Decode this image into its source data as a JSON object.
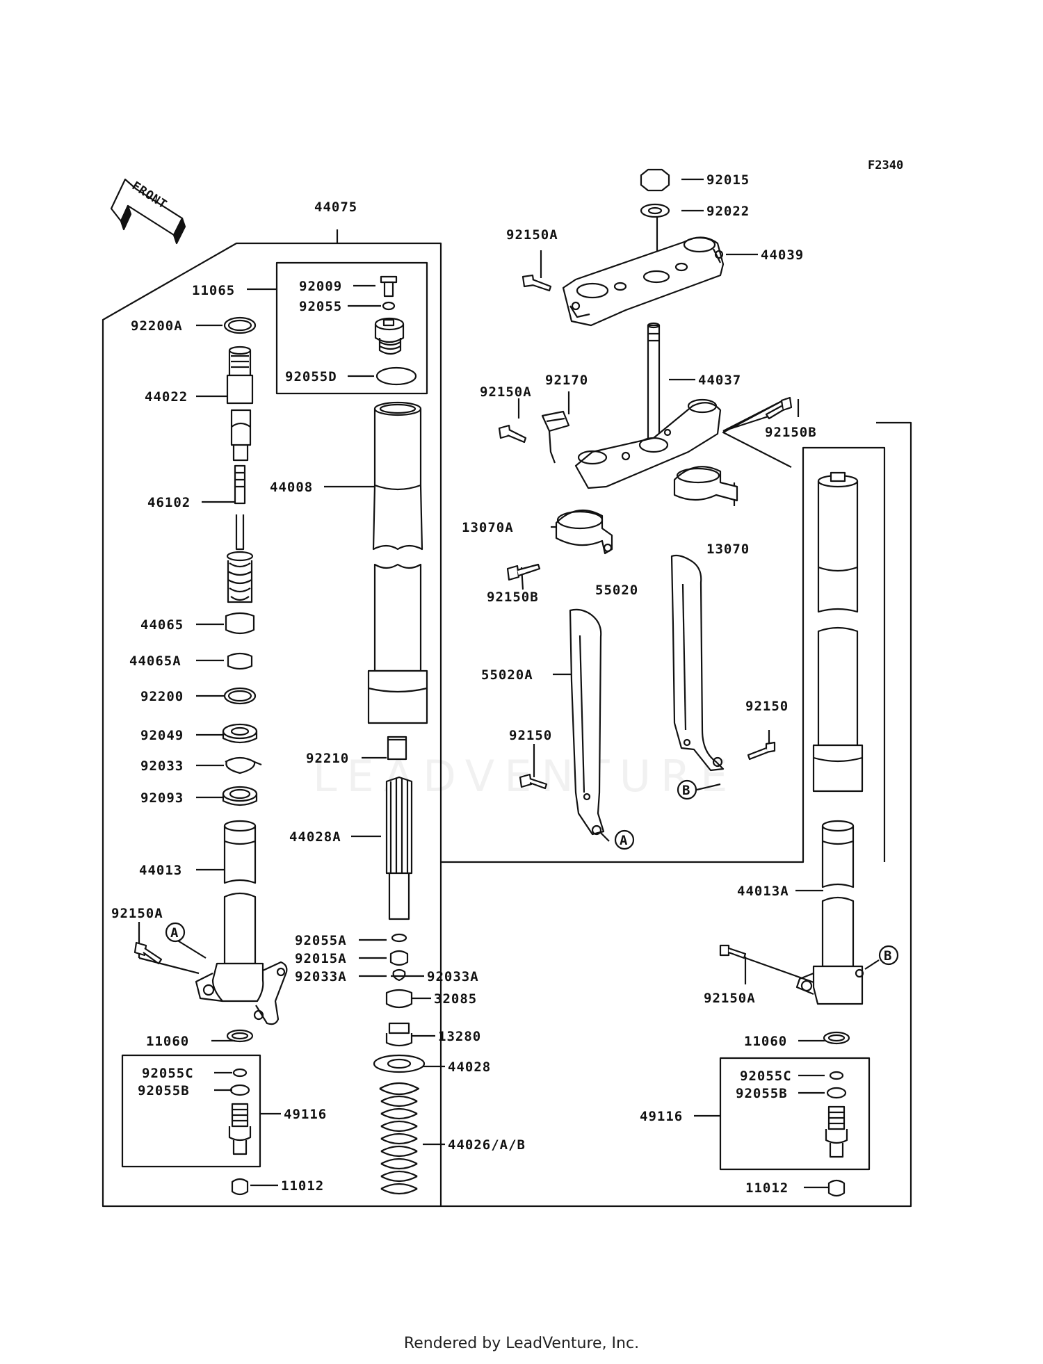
{
  "diagram_code": "F2340",
  "front_label": "FRONT",
  "watermark": "LEADVENTURE",
  "footer": "Rendered by LeadVenture, Inc.",
  "callouts": {
    "A": "A",
    "B": "B"
  },
  "parts": [
    {
      "id": "p44075",
      "label": "44075"
    },
    {
      "id": "p11065",
      "label": "11065"
    },
    {
      "id": "p92009",
      "label": "92009"
    },
    {
      "id": "p92055",
      "label": "92055"
    },
    {
      "id": "p92055D",
      "label": "92055D"
    },
    {
      "id": "p92200A",
      "label": "92200A"
    },
    {
      "id": "p44022",
      "label": "44022"
    },
    {
      "id": "p46102",
      "label": "46102"
    },
    {
      "id": "p44008",
      "label": "44008"
    },
    {
      "id": "p44065",
      "label": "44065"
    },
    {
      "id": "p44065A",
      "label": "44065A"
    },
    {
      "id": "p92200",
      "label": "92200"
    },
    {
      "id": "p92049",
      "label": "92049"
    },
    {
      "id": "p92033",
      "label": "92033"
    },
    {
      "id": "p92093",
      "label": "92093"
    },
    {
      "id": "p92210",
      "label": "92210"
    },
    {
      "id": "p44028A",
      "label": "44028A"
    },
    {
      "id": "p44013",
      "label": "44013"
    },
    {
      "id": "p92150A_l",
      "label": "92150A"
    },
    {
      "id": "p92055A",
      "label": "92055A"
    },
    {
      "id": "p92015A",
      "label": "92015A"
    },
    {
      "id": "p92033A_l",
      "label": "92033A"
    },
    {
      "id": "p92033A_r",
      "label": "92033A"
    },
    {
      "id": "p32085",
      "label": "32085"
    },
    {
      "id": "p13280",
      "label": "13280"
    },
    {
      "id": "p11060_l",
      "label": "11060"
    },
    {
      "id": "p44028",
      "label": "44028"
    },
    {
      "id": "p92055C_l",
      "label": "92055C"
    },
    {
      "id": "p92055B_l",
      "label": "92055B"
    },
    {
      "id": "p49116_l",
      "label": "49116"
    },
    {
      "id": "p44026",
      "label": "44026/A/B"
    },
    {
      "id": "p11012_l",
      "label": "11012"
    },
    {
      "id": "p92015",
      "label": "92015"
    },
    {
      "id": "p92022",
      "label": "92022"
    },
    {
      "id": "p92150A_t",
      "label": "92150A"
    },
    {
      "id": "p44039",
      "label": "44039"
    },
    {
      "id": "p44037",
      "label": "44037"
    },
    {
      "id": "p92170",
      "label": "92170"
    },
    {
      "id": "p92150A_m",
      "label": "92150A"
    },
    {
      "id": "p92150B_r",
      "label": "92150B"
    },
    {
      "id": "p13070A",
      "label": "13070A"
    },
    {
      "id": "p13070",
      "label": "13070"
    },
    {
      "id": "p55020",
      "label": "55020"
    },
    {
      "id": "p92150B_m",
      "label": "92150B"
    },
    {
      "id": "p55020A",
      "label": "55020A"
    },
    {
      "id": "p92150_r",
      "label": "92150"
    },
    {
      "id": "p92150_m",
      "label": "92150"
    },
    {
      "id": "p44013A",
      "label": "44013A"
    },
    {
      "id": "p92150A_r",
      "label": "92150A"
    },
    {
      "id": "p11060_r",
      "label": "11060"
    },
    {
      "id": "p92055C_r",
      "label": "92055C"
    },
    {
      "id": "p92055B_r",
      "label": "92055B"
    },
    {
      "id": "p49116_r",
      "label": "49116"
    },
    {
      "id": "p11012_r",
      "label": "11012"
    }
  ]
}
